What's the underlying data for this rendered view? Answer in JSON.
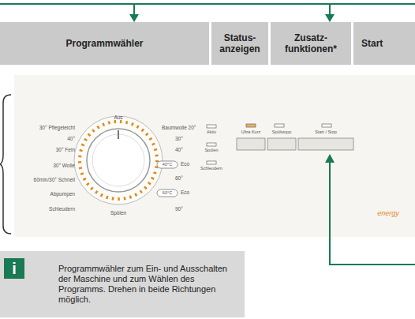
{
  "diagram": {
    "nodes": [
      {
        "text": [
          "Programmwähler"
        ]
      },
      {
        "text": [
          "Status- anzeigen"
        ]
      },
      {
        "text": [
          "Zusatz- funktionen*"
        ]
      },
      {
        "text": [
          "Start"
        ]
      },
      {
        "text": [
          "Programmwähler zum Ein- und Ausschalten der Maschine und zum Wählen des Programms. Drehen in beide Richtungen möglich."
        ]
      }
    ],
    "labels": [
      "Aus",
      "30° Pflegeleicht",
      "40°",
      "30° Fein",
      "30° Wolle",
      "60min/30° Schnell",
      "Abpumpen",
      "Schleudern",
      "Spülen",
      "Baumwolle 20°",
      "30°",
      "40°",
      "40°C",
      "Eco",
      "60°",
      "60°C",
      "Eco",
      "90°",
      "Aktiv",
      "Spülen",
      "Schleudern",
      "Ultra Kurz",
      "Spülstopp",
      "Start / Stop",
      "energy",
      "i"
    ]
  }
}
